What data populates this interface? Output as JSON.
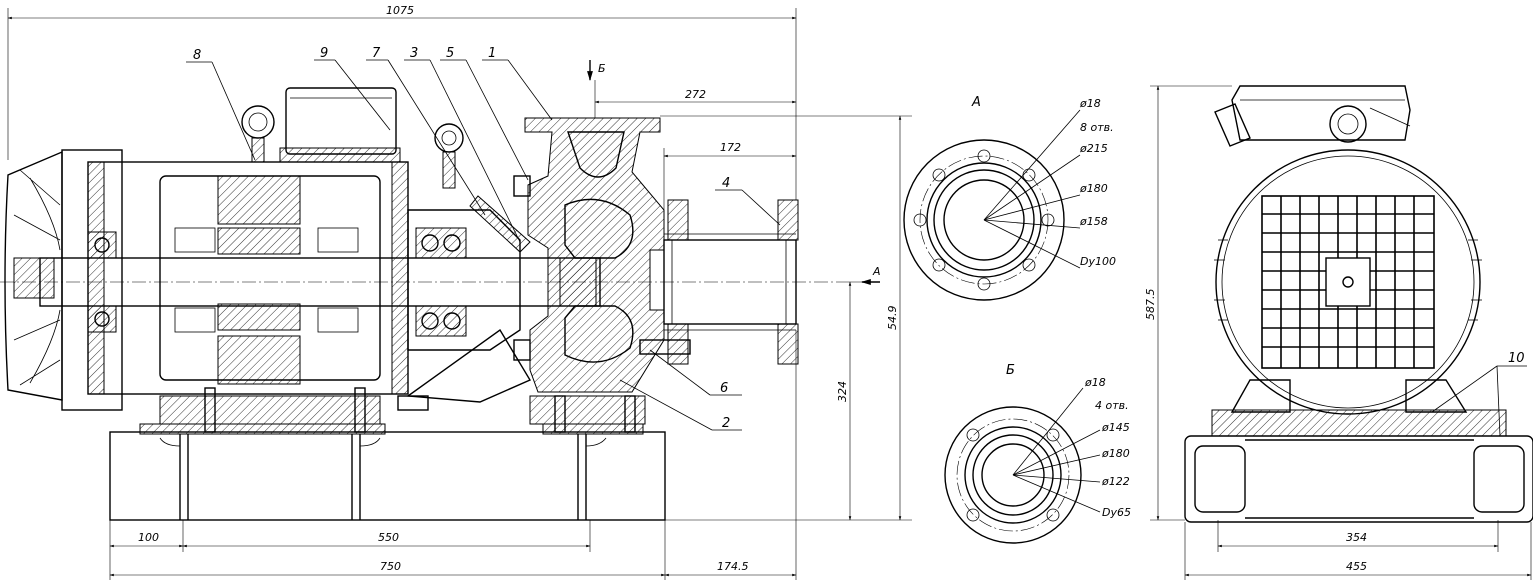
{
  "views": {
    "side": {
      "dimensions": {
        "overall_length": "1075",
        "flange_offset": "272",
        "outlet_length": "172",
        "shaft_height": "54.9",
        "total_height": "324",
        "foot_offset": "100",
        "foot_spacing": "550",
        "frame_length": "750",
        "overhang": "174.5"
      },
      "section_marks": {
        "a": "А",
        "b": "Б"
      },
      "callouts": [
        "8",
        "9",
        "7",
        "3",
        "5",
        "1",
        "4",
        "6",
        "2"
      ]
    },
    "view_a": {
      "title": "А",
      "notes": [
        "ø18",
        "8 отв.",
        "ø215",
        "ø180",
        "ø158",
        "Dy100"
      ]
    },
    "view_b": {
      "title": "Б",
      "notes": [
        "ø18",
        "4 отв.",
        "ø145",
        "ø180",
        "ø122",
        "Dy65"
      ]
    },
    "end_view": {
      "dimensions": {
        "height": "587.5",
        "frame_width": "354",
        "overall_width": "455"
      },
      "callout": "10"
    }
  }
}
